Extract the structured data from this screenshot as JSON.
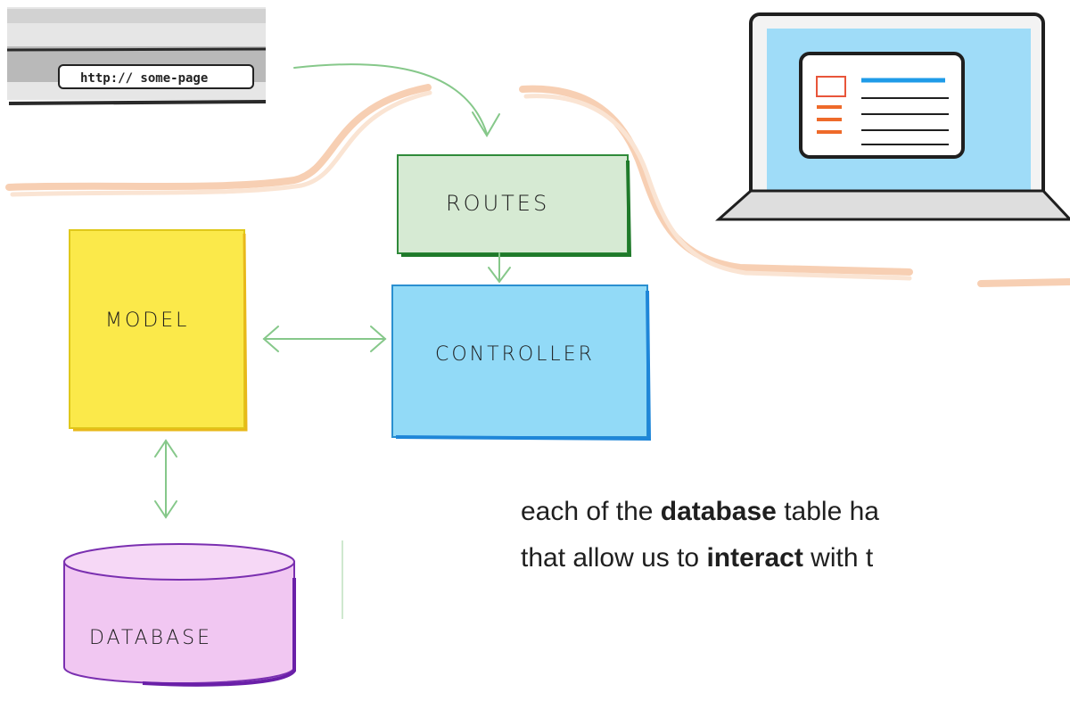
{
  "browser": {
    "url": "http:// some-page"
  },
  "boxes": {
    "routes": "ROUTES",
    "controller": "CONTROLLER",
    "model": "MODEL",
    "database": "DATABASE"
  },
  "caption": {
    "line1_pre": "each of the ",
    "line1_bold": "database",
    "line1_post": " table ha",
    "line2_pre": "that allow us to ",
    "line2_bold": "interact",
    "line2_post": " with t"
  },
  "colors": {
    "routes": "#d6ead3",
    "controller": "#92daf7",
    "model": "#fbe94a",
    "database": "#f1c7f2",
    "arrow": "#86c88a",
    "flow": "#f6c7a6",
    "screen": "#9fdcf8"
  }
}
